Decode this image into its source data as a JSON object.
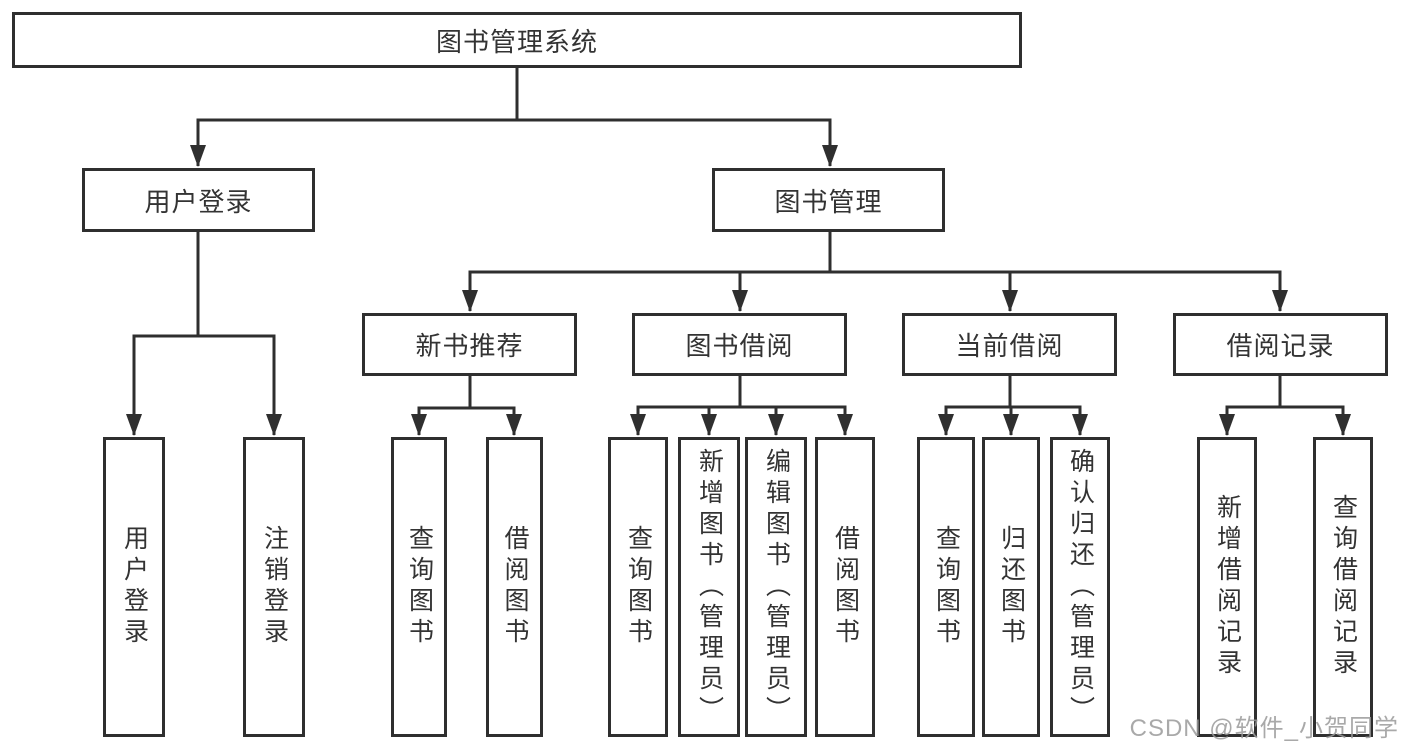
{
  "colors": {
    "line": "#2f2f2f",
    "text": "#333333",
    "watermark": "#9b9b9b",
    "background": "#ffffff"
  },
  "diagram": {
    "root": "图书管理系统",
    "level2": {
      "user_login": "用户登录",
      "book_mgmt": "图书管理"
    },
    "level3": {
      "new_book": "新书推荐",
      "book_borrow": "图书借阅",
      "current_borrow": "当前借阅",
      "borrow_records": "借阅记录"
    },
    "leaves": {
      "login": "用户登录",
      "logout": "注销登录",
      "nb_query": "查询图书",
      "nb_borrow": "借阅图书",
      "bb_query": "查询图书",
      "bb_add": "新增图书（管理员）",
      "bb_edit": "编辑图书（管理员）",
      "bb_borrow": "借阅图书",
      "cb_query": "查询图书",
      "cb_return": "归还图书",
      "cb_confirm": "确认归还（管理员）",
      "br_add": "新增借阅记录",
      "br_query": "查询借阅记录"
    }
  },
  "watermark": "CSDN @软件_小贺同学"
}
